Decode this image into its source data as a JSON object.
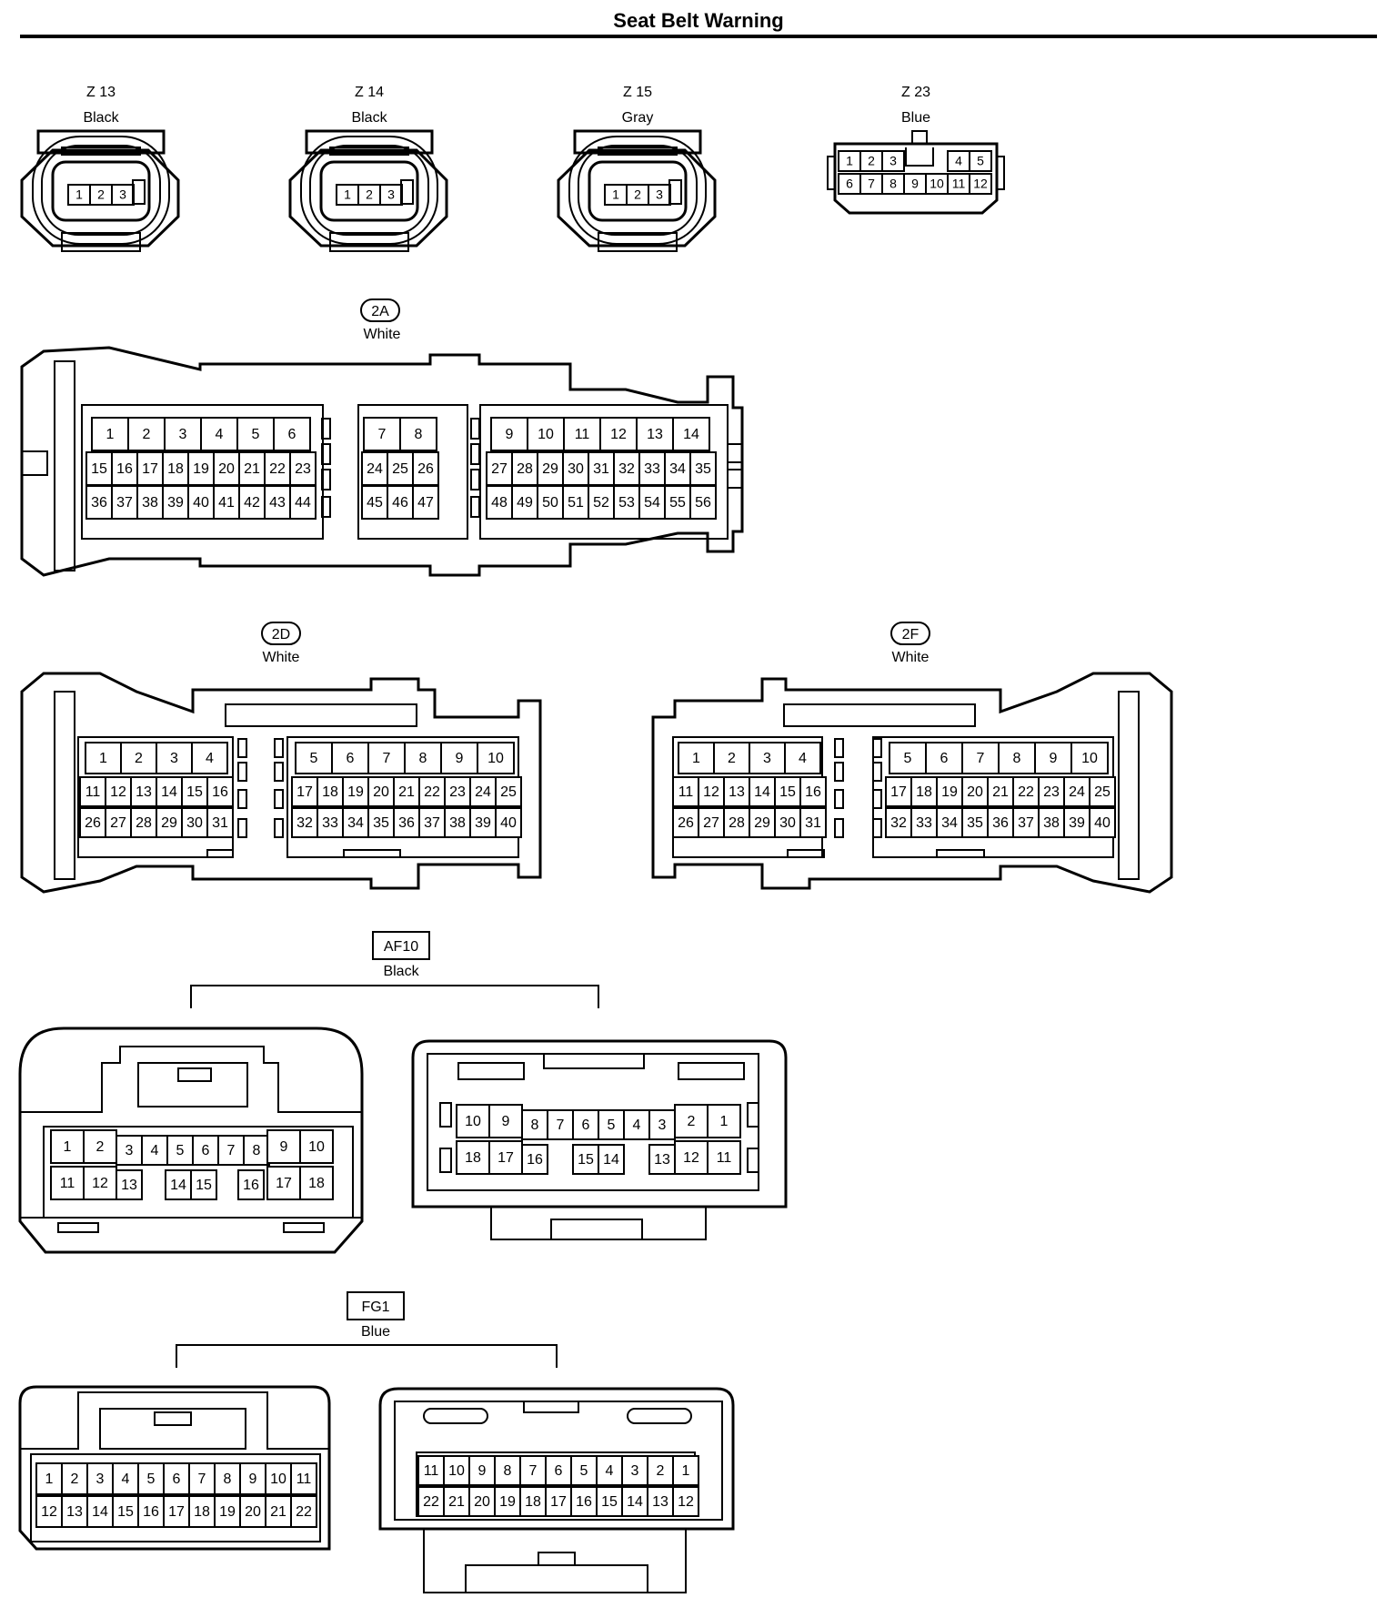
{
  "title": "Seat Belt Warning",
  "connectors": {
    "z13": {
      "code": "Z 13",
      "color": "Black",
      "pins": [
        "1",
        "2",
        "3"
      ]
    },
    "z14": {
      "code": "Z 14",
      "color": "Black",
      "pins": [
        "1",
        "2",
        "3"
      ]
    },
    "z15": {
      "code": "Z 15",
      "color": "Gray",
      "pins": [
        "1",
        "2",
        "3"
      ]
    },
    "z23": {
      "code": "Z 23",
      "color": "Blue",
      "rows": [
        [
          "1",
          "2",
          "3",
          "4",
          "5"
        ],
        [
          "6",
          "7",
          "8",
          "9",
          "10",
          "11",
          "12"
        ]
      ]
    },
    "c2a": {
      "code": "2A",
      "color": "White",
      "rows": [
        [
          "1",
          "2",
          "3",
          "4",
          "5",
          "6",
          "7",
          "8",
          "9",
          "10",
          "11",
          "12",
          "13",
          "14"
        ],
        [
          "15",
          "16",
          "17",
          "18",
          "19",
          "20",
          "21",
          "22",
          "23",
          "24",
          "25",
          "26",
          "27",
          "28",
          "29",
          "30",
          "31",
          "32",
          "33",
          "34",
          "35"
        ],
        [
          "36",
          "37",
          "38",
          "39",
          "40",
          "41",
          "42",
          "43",
          "44",
          "45",
          "46",
          "47",
          "48",
          "49",
          "50",
          "51",
          "52",
          "53",
          "54",
          "55",
          "56"
        ]
      ]
    },
    "c2d": {
      "code": "2D",
      "color": "White",
      "rows": [
        [
          "1",
          "2",
          "3",
          "4",
          "5",
          "6",
          "7",
          "8",
          "9",
          "10"
        ],
        [
          "11",
          "12",
          "13",
          "14",
          "15",
          "16",
          "17",
          "18",
          "19",
          "20",
          "21",
          "22",
          "23",
          "24",
          "25"
        ],
        [
          "26",
          "27",
          "28",
          "29",
          "30",
          "31",
          "32",
          "33",
          "34",
          "35",
          "36",
          "37",
          "38",
          "39",
          "40"
        ]
      ]
    },
    "c2f": {
      "code": "2F",
      "color": "White",
      "rows": [
        [
          "1",
          "2",
          "3",
          "4",
          "5",
          "6",
          "7",
          "8",
          "9",
          "10"
        ],
        [
          "11",
          "12",
          "13",
          "14",
          "15",
          "16",
          "17",
          "18",
          "19",
          "20",
          "21",
          "22",
          "23",
          "24",
          "25"
        ],
        [
          "26",
          "27",
          "28",
          "29",
          "30",
          "31",
          "32",
          "33",
          "34",
          "35",
          "36",
          "37",
          "38",
          "39",
          "40"
        ]
      ]
    },
    "af10": {
      "code": "AF10",
      "color": "Black",
      "left_rows": [
        [
          "1",
          "2",
          "3",
          "4",
          "5",
          "6",
          "7",
          "8",
          "9",
          "10"
        ],
        [
          "11",
          "12",
          "13",
          "14",
          "15",
          "16",
          "17",
          "18"
        ]
      ],
      "right_rows": [
        [
          "10",
          "9",
          "8",
          "7",
          "6",
          "5",
          "4",
          "3",
          "2",
          "1"
        ],
        [
          "18",
          "17",
          "16",
          "15",
          "14",
          "13",
          "12",
          "11"
        ]
      ]
    },
    "fg1": {
      "code": "FG1",
      "color": "Blue",
      "left_rows": [
        [
          "1",
          "2",
          "3",
          "4",
          "5",
          "6",
          "7",
          "8",
          "9",
          "10",
          "11"
        ],
        [
          "12",
          "13",
          "14",
          "15",
          "16",
          "17",
          "18",
          "19",
          "20",
          "21",
          "22"
        ]
      ],
      "right_rows": [
        [
          "11",
          "10",
          "9",
          "8",
          "7",
          "6",
          "5",
          "4",
          "3",
          "2",
          "1"
        ],
        [
          "22",
          "21",
          "20",
          "19",
          "18",
          "17",
          "16",
          "15",
          "14",
          "13",
          "12"
        ]
      ]
    }
  }
}
